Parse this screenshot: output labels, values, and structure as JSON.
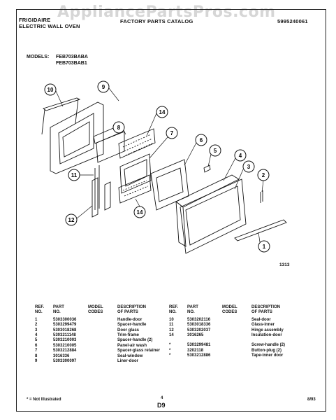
{
  "header": {
    "brand": "FRIGIDAIRE",
    "product": "ELECTRIC WALL OVEN",
    "catalog_title": "FACTORY PARTS CATALOG",
    "catalog_number": "5995240061",
    "watermark": "AppliancePartsPros.com"
  },
  "models": {
    "label": "MODELS:",
    "list": [
      "FEB703BABA",
      "FEB703BAB1"
    ]
  },
  "diagram": {
    "callouts": [
      "10",
      "9",
      "8",
      "14",
      "7",
      "6",
      "5",
      "4",
      "3",
      "2",
      "1",
      "11",
      "12",
      "14"
    ],
    "code": "1313"
  },
  "table": {
    "headers": {
      "ref": [
        "REF.",
        "NO."
      ],
      "part": [
        "PART",
        "NO."
      ],
      "model": [
        "MODEL",
        "CODES"
      ],
      "desc": [
        "DESCRIPTION",
        "OF PARTS"
      ]
    },
    "left_rows": [
      {
        "ref": "1",
        "part": "5303300036",
        "model": "",
        "desc": "Handle-door"
      },
      {
        "ref": "2",
        "part": "5303299479",
        "model": "",
        "desc": "Spacer-handle"
      },
      {
        "ref": "3",
        "part": "5303018268",
        "model": "",
        "desc": "Door glass"
      },
      {
        "ref": "4",
        "part": "5303211148",
        "model": "",
        "desc": "Trim-frame"
      },
      {
        "ref": "5",
        "part": "5303210003",
        "model": "",
        "desc": "Spacer-handle (2)"
      },
      {
        "ref": "6",
        "part": "5303210005",
        "model": "",
        "desc": "Panel-air wash"
      },
      {
        "ref": "7",
        "part": "5303212884",
        "model": "",
        "desc": "Spacer-glass retainer"
      },
      {
        "ref": "8",
        "part": "3016336",
        "model": "",
        "desc": "Seal-window"
      },
      {
        "ref": "9",
        "part": "5303300097",
        "model": "",
        "desc": "Liner-door"
      }
    ],
    "right_rows": [
      {
        "ref": "10",
        "part": "5303202116",
        "model": "",
        "desc": "Seal-door"
      },
      {
        "ref": "11",
        "part": "5303018336",
        "model": "",
        "desc": "Glass-inner"
      },
      {
        "ref": "12",
        "part": "5303202037",
        "model": "",
        "desc": "Hinge assembly"
      },
      {
        "ref": "14",
        "part": "3016265",
        "model": "",
        "desc": "Insulation-door"
      },
      {
        "ref": "",
        "part": "",
        "model": "",
        "desc": ""
      },
      {
        "ref": "*",
        "part": "5303299481",
        "model": "",
        "desc": "Screw-handle (2)"
      },
      {
        "ref": "*",
        "part": "3202118",
        "model": "",
        "desc": "Button-plug (2)"
      },
      {
        "ref": "*",
        "part": "5303212886",
        "model": "",
        "desc": "Tape-inner door"
      }
    ]
  },
  "footer": {
    "note": "* = Not Illustrated",
    "page_number": "4",
    "section": "D9",
    "date": "8/93"
  }
}
